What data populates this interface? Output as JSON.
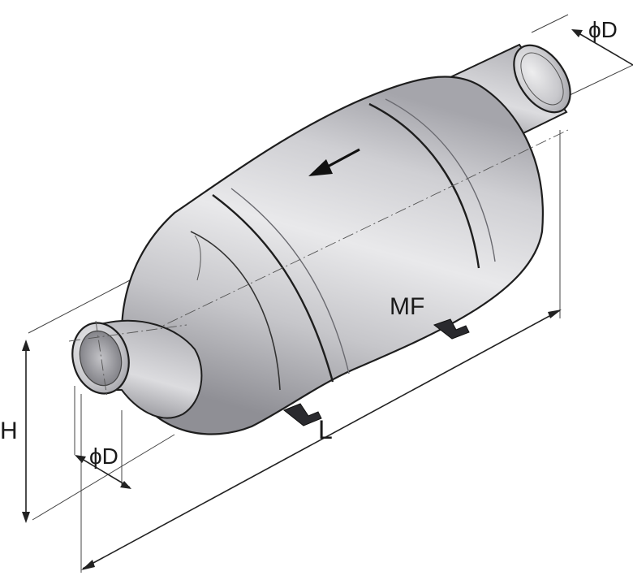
{
  "diagram": {
    "body_marking": "MF",
    "labels": {
      "outlet_diameter": "ϕD",
      "inlet_diameter": "ϕD",
      "height": "H",
      "length": "L"
    },
    "colors": {
      "metal_light": "#e8e8ea",
      "metal_mid": "#c4c4c8",
      "metal_dark": "#8e8e94",
      "line": "#1e1e1e",
      "background": "#ffffff"
    },
    "icons": [
      "flow-direction-arrow-icon",
      "mounting-bracket-icon"
    ]
  }
}
